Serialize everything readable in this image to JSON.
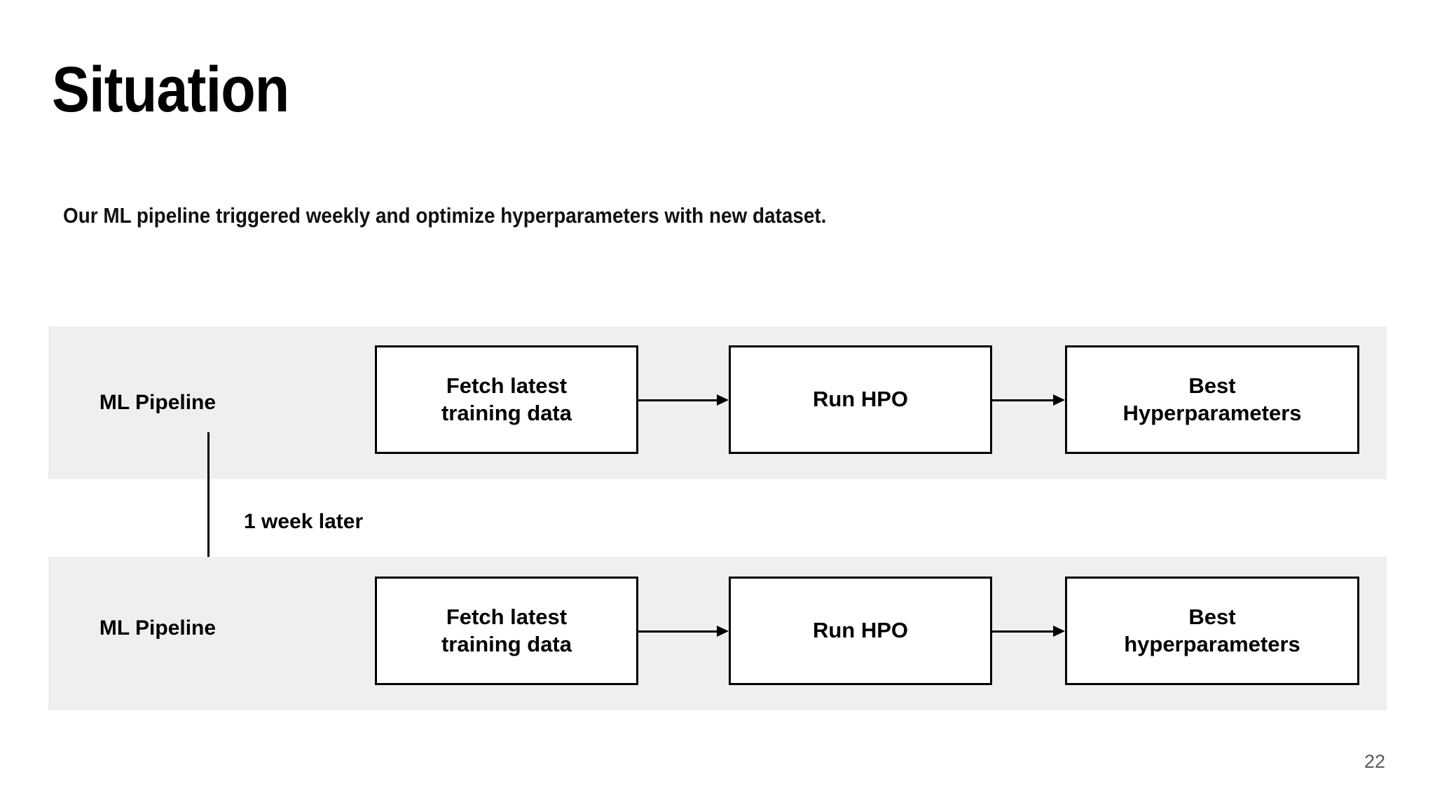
{
  "slide": {
    "title": "Situation",
    "subtitle": "Our ML pipeline triggered weekly and optimize hyperparameters with new dataset.",
    "page_number": "22"
  },
  "colors": {
    "band_background": "#efefef",
    "box_border": "#000000",
    "box_background": "#ffffff",
    "text": "#000000",
    "page_number": "#595959",
    "slide_background": "#ffffff"
  },
  "diagram": {
    "type": "flowchart",
    "transition_label": "1 week later",
    "rows": [
      {
        "label": "ML Pipeline",
        "steps": [
          {
            "line1": "Fetch latest",
            "line2": "training data"
          },
          {
            "line1": "Run HPO",
            "line2": ""
          },
          {
            "line1": "Best",
            "line2": "Hyperparameters"
          }
        ]
      },
      {
        "label": "ML Pipeline",
        "steps": [
          {
            "line1": "Fetch latest",
            "line2": "training data"
          },
          {
            "line1": "Run HPO",
            "line2": ""
          },
          {
            "line1": "Best",
            "line2": "hyperparameters"
          }
        ]
      }
    ]
  }
}
